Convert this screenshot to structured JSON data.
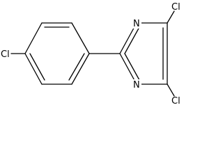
{
  "molecule": {
    "atoms": {
      "cl_phenyl": "Cl",
      "cl_top": "Cl",
      "cl_bottom": "Cl",
      "n_top": "N",
      "n_bottom": "N"
    }
  }
}
